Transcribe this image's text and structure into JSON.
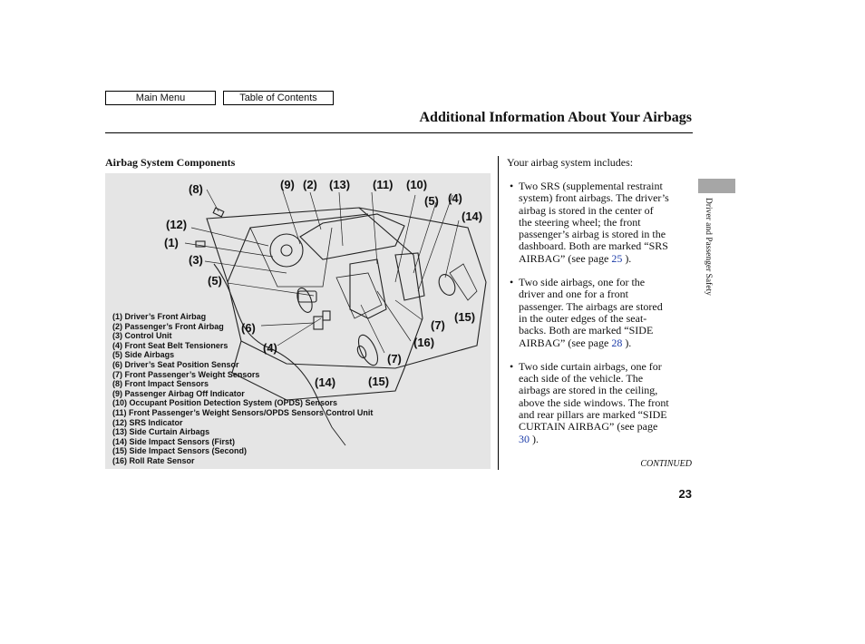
{
  "nav": {
    "main_menu": "Main Menu",
    "table_of_contents": "Table of Contents"
  },
  "page_title": "Additional Information About Your Airbags",
  "figure": {
    "heading": "Airbag System Components",
    "callouts": [
      "(9)",
      "(2)",
      "(13)",
      "(11)",
      "(10)",
      "(8)",
      "(5)",
      "(4)",
      "(14)",
      "(12)",
      "(1)",
      "(3)",
      "(5)",
      "(15)",
      "(6)",
      "(7)",
      "(4)",
      "(16)",
      "(7)",
      "(14)",
      "(15)"
    ],
    "legend": [
      "(1) Driver’s Front Airbag",
      "(2) Passenger’s Front Airbag",
      "(3) Control Unit",
      "(4) Front Seat Belt Tensioners",
      "(5) Side Airbags",
      "(6) Driver’s Seat Position Sensor",
      "(7) Front Passenger’s Weight Sensors",
      "(8) Front Impact Sensors",
      "(9) Passenger Airbag Off Indicator",
      "(10) Occupant Position Detection System (OPDS) Sensors",
      "(11) Front Passenger’s Weight Sensors/OPDS Sensors Control Unit",
      "(12) SRS Indicator",
      "(13) Side Curtain Airbags",
      "(14) Side Impact Sensors (First)",
      "(15) Side Impact Sensors (Second)",
      "(16) Roll Rate Sensor"
    ]
  },
  "body": {
    "intro": "Your airbag system includes:",
    "bullets": [
      {
        "text": "Two SRS (supplemental restraint\nsystem) front airbags. The driver’s\nairbag is stored in the center of\nthe steering wheel; the front\npassenger’s airbag is stored in the\ndashboard. Both are marked “SRS\nAIRBAG” (see page ",
        "page": "25",
        "suffix": " )."
      },
      {
        "text": "Two side airbags, one for the\ndriver and one for a front\npassenger. The airbags are stored\nin the outer edges of the seat-\nbacks. Both are marked “SIDE\nAIRBAG” (see page ",
        "page": "28",
        "suffix": " )."
      },
      {
        "text": "Two side curtain airbags, one for\neach side of the vehicle. The\nairbags are stored in the ceiling,\nabove the side windows. The front\nand rear pillars are marked “SIDE\nCURTAIN AIRBAG” (see page\n ",
        "page": "30",
        "suffix": " )."
      }
    ],
    "continued": "CONTINUED"
  },
  "page_number": "23",
  "side_label": "Driver and Passenger Safety",
  "colors": {
    "figure_bg": "#e5e5e5",
    "link": "#1a3aa8",
    "side_tab": "#a6a6a6"
  }
}
